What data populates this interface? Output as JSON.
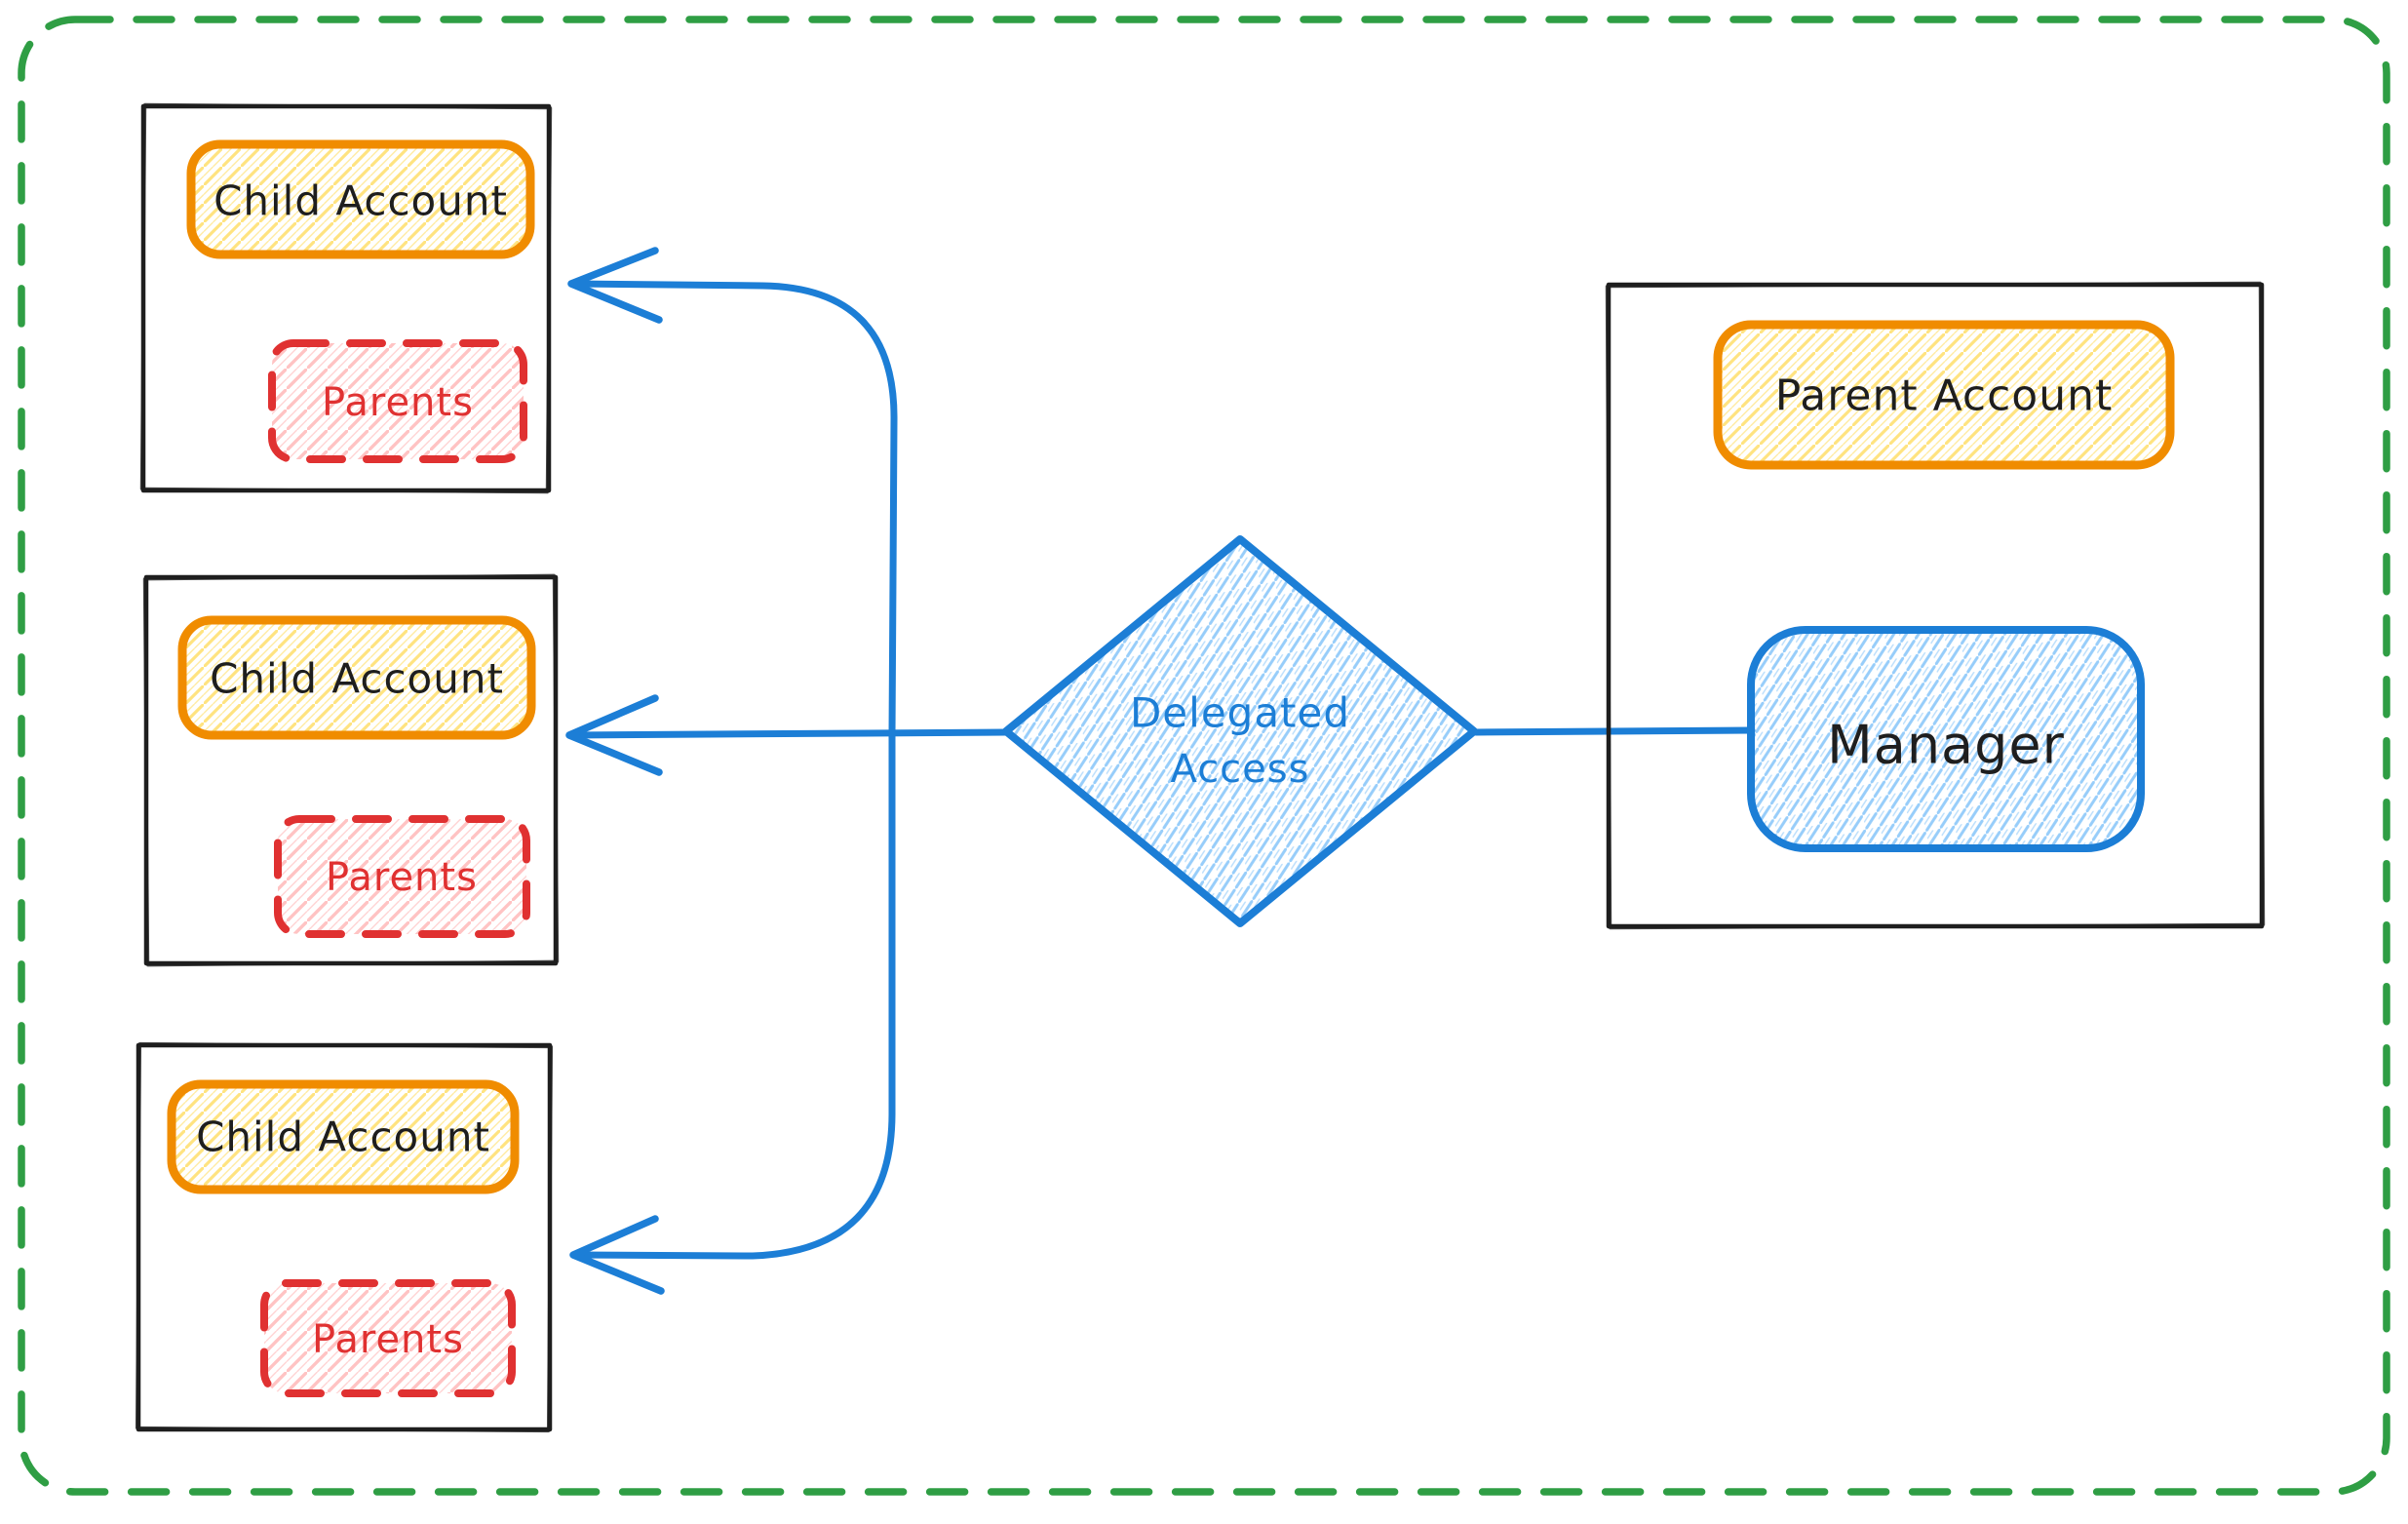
{
  "colors": {
    "ink": "#1e1e1e",
    "frame_green": "#2f9e44",
    "accent_blue": "#1c7ed6",
    "hatch_blue": "#8cc8fa",
    "accent_orange": "#f08c00",
    "hatch_orange": "#ffd43b",
    "accent_red": "#e03131",
    "hatch_red": "#ff8787",
    "background": "#ffffff"
  },
  "child_accounts": [
    {
      "label": "Child Account",
      "tag": "Parents"
    },
    {
      "label": "Child Account",
      "tag": "Parents"
    },
    {
      "label": "Child Account",
      "tag": "Parents"
    }
  ],
  "decision": {
    "line1": "Delegated",
    "line2": "Access"
  },
  "parent_account": {
    "label": "Parent Account",
    "manager": "Manager"
  }
}
